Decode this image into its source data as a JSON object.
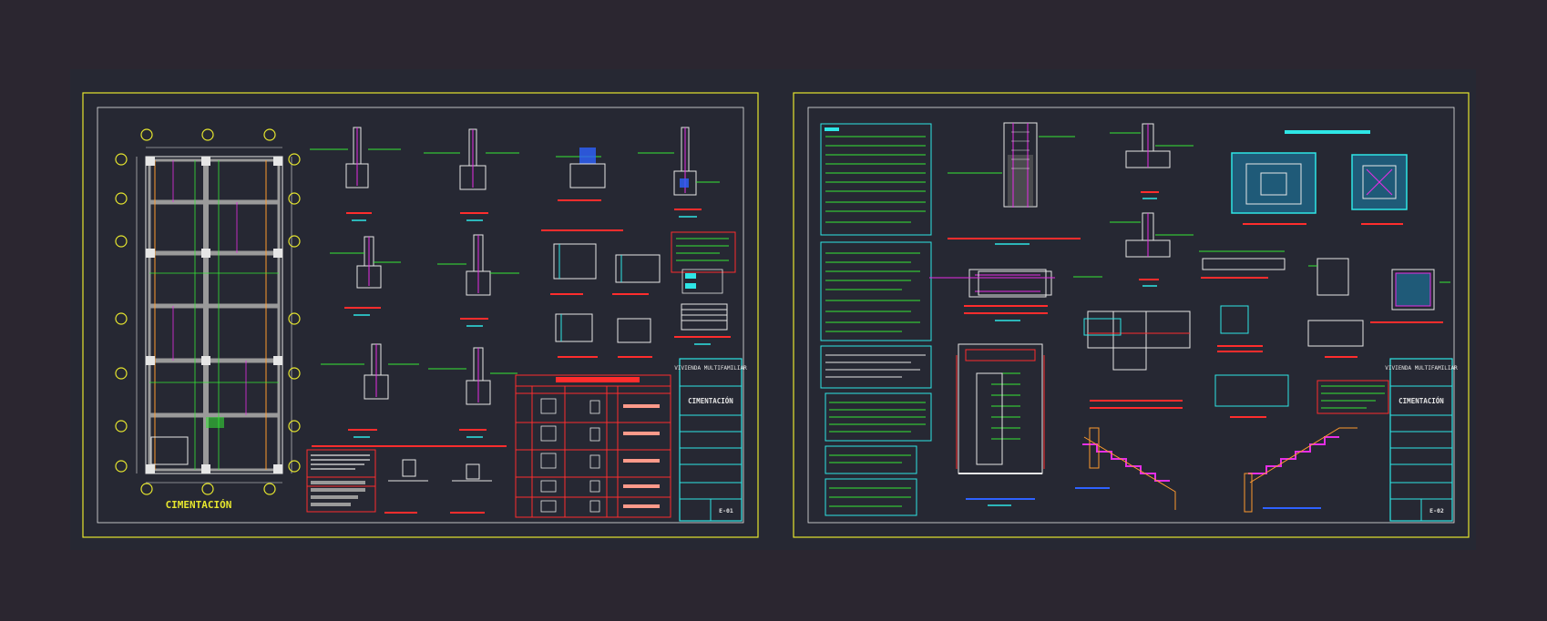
{
  "sheet_left": {
    "plan_title": "CIMENTACIÓN",
    "project_title": "VIVIENDA MULTIFAMILIAR",
    "sheet_title": "CIMENTACIÓN",
    "sheet_code": "E-01"
  },
  "sheet_right": {
    "project_title": "VIVIENDA MULTIFAMILIAR",
    "sheet_title": "CIMENTACIÓN",
    "sheet_code": "E-02"
  },
  "colors": {
    "background": "#2b2630",
    "sheet": "#262833",
    "border": "#e6e62e",
    "lines": "#e6e6e6",
    "annotation": "#35e835",
    "titles": "#ff2d2d",
    "axis_bubbles": "#e6e62e",
    "cyan": "#2ee6e6",
    "magenta": "#e62ee6",
    "blue": "#2e62ff",
    "orange": "#ff9a2e"
  }
}
